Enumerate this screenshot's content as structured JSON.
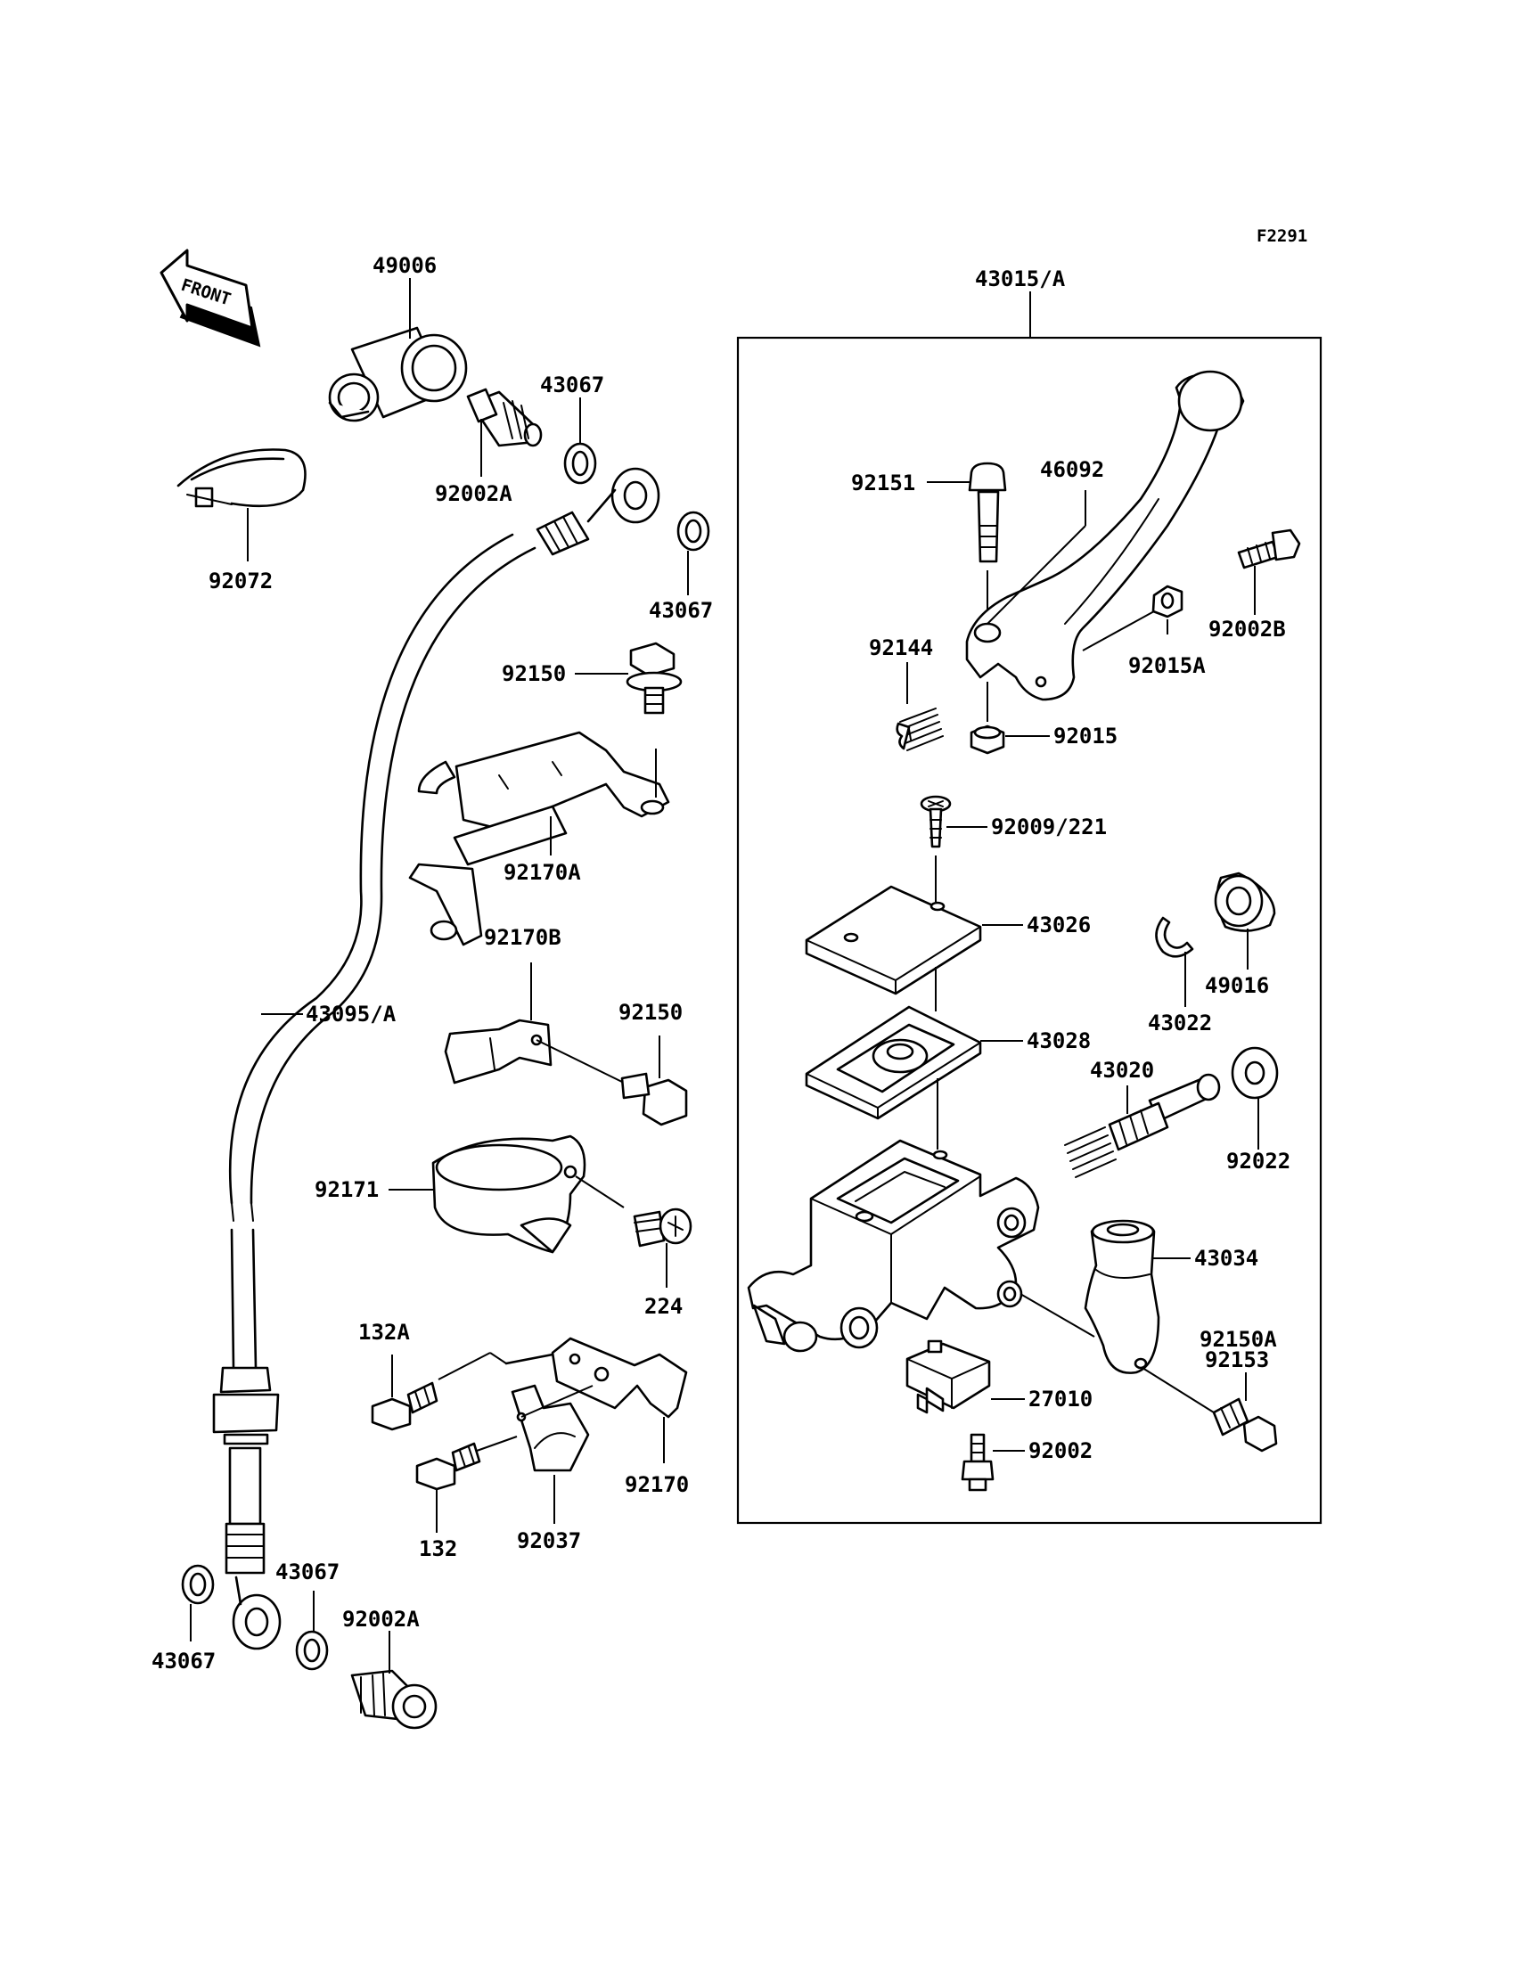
{
  "diagram_code": "F2291",
  "front_indicator": "FRONT",
  "assembly_label": "43015/A",
  "parts": [
    {
      "id": "p49006",
      "label": "49006"
    },
    {
      "id": "p43067a",
      "label": "43067"
    },
    {
      "id": "p92002a_top",
      "label": "92002A"
    },
    {
      "id": "p92072",
      "label": "92072"
    },
    {
      "id": "p43067b",
      "label": "43067"
    },
    {
      "id": "p92150a",
      "label": "92150"
    },
    {
      "id": "p92170a",
      "label": "92170A"
    },
    {
      "id": "p92170b",
      "label": "92170B"
    },
    {
      "id": "p92150b",
      "label": "92150"
    },
    {
      "id": "p43095",
      "label": "43095/A"
    },
    {
      "id": "p92171",
      "label": "92171"
    },
    {
      "id": "p224",
      "label": "224"
    },
    {
      "id": "p132a",
      "label": "132A"
    },
    {
      "id": "p132",
      "label": "132"
    },
    {
      "id": "p92037",
      "label": "92037"
    },
    {
      "id": "p92170",
      "label": "92170"
    },
    {
      "id": "p43067c",
      "label": "43067"
    },
    {
      "id": "p43067d",
      "label": "43067"
    },
    {
      "id": "p92002a_bot",
      "label": "92002A"
    },
    {
      "id": "p92151",
      "label": "92151"
    },
    {
      "id": "p46092",
      "label": "46092"
    },
    {
      "id": "p92002b",
      "label": "92002B"
    },
    {
      "id": "p92015a",
      "label": "92015A"
    },
    {
      "id": "p92144",
      "label": "92144"
    },
    {
      "id": "p92015",
      "label": "92015"
    },
    {
      "id": "p92009",
      "label": "92009/221"
    },
    {
      "id": "p43026",
      "label": "43026"
    },
    {
      "id": "p49016",
      "label": "49016"
    },
    {
      "id": "p43022",
      "label": "43022"
    },
    {
      "id": "p43028",
      "label": "43028"
    },
    {
      "id": "p43020",
      "label": "43020"
    },
    {
      "id": "p92022",
      "label": "92022"
    },
    {
      "id": "p43034",
      "label": "43034"
    },
    {
      "id": "p92150a_r",
      "label": "92150A"
    },
    {
      "id": "p92153",
      "label": "92153"
    },
    {
      "id": "p27010",
      "label": "27010"
    },
    {
      "id": "p92002",
      "label": "92002"
    }
  ]
}
